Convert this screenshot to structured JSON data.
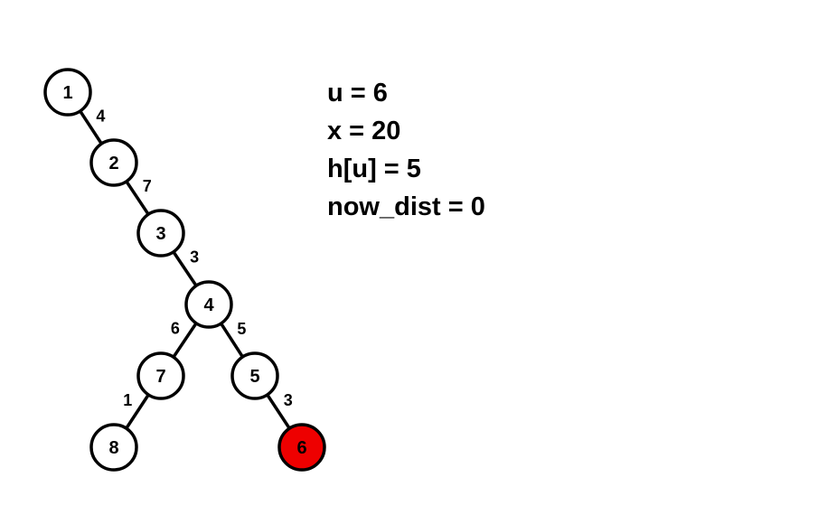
{
  "tree": {
    "nodes": [
      {
        "id": "1",
        "label": "1",
        "highlight": false
      },
      {
        "id": "2",
        "label": "2",
        "highlight": false
      },
      {
        "id": "3",
        "label": "3",
        "highlight": false
      },
      {
        "id": "4",
        "label": "4",
        "highlight": false
      },
      {
        "id": "7",
        "label": "7",
        "highlight": false
      },
      {
        "id": "5",
        "label": "5",
        "highlight": false
      },
      {
        "id": "8",
        "label": "8",
        "highlight": false
      },
      {
        "id": "6",
        "label": "6",
        "highlight": true
      }
    ],
    "edges": [
      {
        "from": "1",
        "to": "2",
        "weight": "4"
      },
      {
        "from": "2",
        "to": "3",
        "weight": "7"
      },
      {
        "from": "3",
        "to": "4",
        "weight": "3"
      },
      {
        "from": "4",
        "to": "7",
        "weight": "6"
      },
      {
        "from": "4",
        "to": "5",
        "weight": "5"
      },
      {
        "from": "7",
        "to": "8",
        "weight": "1"
      },
      {
        "from": "5",
        "to": "6",
        "weight": "3"
      }
    ]
  },
  "colors": {
    "node_fill": "#ffffff",
    "node_stroke": "#000000",
    "highlight_fill": "#ee0000",
    "text": "#000000"
  },
  "info": {
    "lines": [
      "u = 6",
      "x = 20",
      "h[u] = 5",
      "now_dist = 0"
    ]
  }
}
